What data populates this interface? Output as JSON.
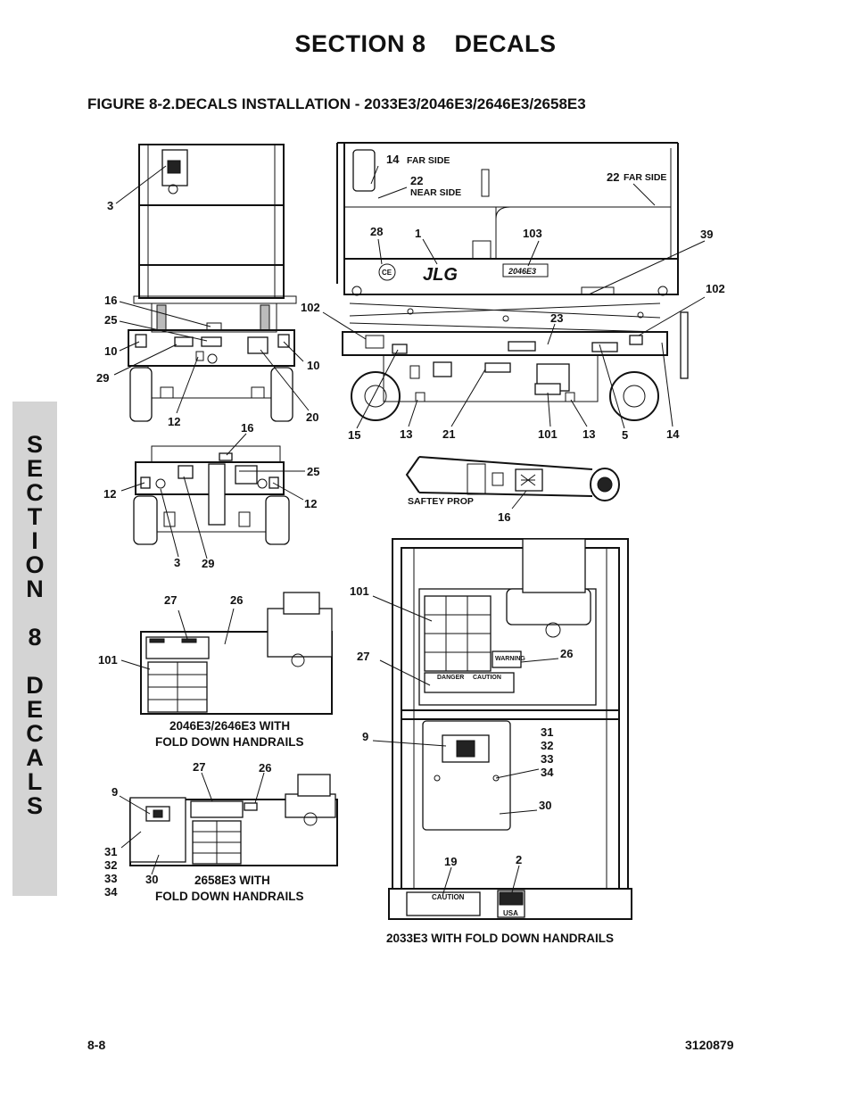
{
  "header": {
    "section_title": "SECTION 8    DECALS",
    "figure_title": "FIGURE 8-2.DECALS INSTALLATION - 2033E3/2046E3/2646E3/2658E3"
  },
  "side_tab": {
    "letters": [
      "S",
      "E",
      "C",
      "T",
      "I",
      "O",
      "N",
      "",
      "8",
      "",
      "D",
      "E",
      "C",
      "A",
      "L",
      "S"
    ]
  },
  "callouts": {
    "c3a": "3",
    "c16a": "16",
    "c25a": "25",
    "c10a": "10",
    "c10b": "10",
    "c29a": "29",
    "c12a": "12",
    "c20": "20",
    "c14a": "14",
    "far_side_a": "FAR SIDE",
    "c22a": "22",
    "near_side": "NEAR SIDE",
    "c22b": "22",
    "far_side_b": "FAR SIDE",
    "c28": "28",
    "c1": "1",
    "c103": "103",
    "c39": "39",
    "c102a": "102",
    "c102b": "102",
    "c23": "23",
    "c15": "15",
    "c13a": "13",
    "c21": "21",
    "c101a": "101",
    "c13b": "13",
    "c5": "5",
    "c14b": "14",
    "c16b": "16",
    "c12b": "12",
    "c25b": "25",
    "c12c": "12",
    "c3b": "3",
    "c29b": "29",
    "saftey_prop": "SAFTEY PROP",
    "c16c": "16",
    "c27a": "27",
    "c26a": "26",
    "c101b": "101",
    "c27b": "27",
    "c26b": "26",
    "c9a": "9",
    "c31a": "31",
    "c32a": "32",
    "c33a": "33",
    "c34a": "34",
    "c30a": "30",
    "c101c": "101",
    "c27c": "27",
    "c26c": "26",
    "c9b": "9",
    "c31b": "31",
    "c32b": "32",
    "c33b": "33",
    "c34b": "34",
    "c30b": "30",
    "c19": "19",
    "c2": "2"
  },
  "captions": {
    "cap_2046_l1": "2046E3/2646E3 WITH",
    "cap_2046_l2": "FOLD DOWN HANDRAILS",
    "cap_2658_l1": "2658E3 WITH",
    "cap_2658_l2": "FOLD DOWN HANDRAILS",
    "cap_2033": "2033E3 WITH FOLD DOWN HANDRAILS"
  },
  "decal_text": {
    "model": "2046E3",
    "danger": "DANGER",
    "caution": "CAUTION",
    "warning": "WARNING",
    "usa": "USA",
    "brand": "JLG"
  },
  "footer": {
    "page_number": "8-8",
    "doc_number": "3120879"
  }
}
